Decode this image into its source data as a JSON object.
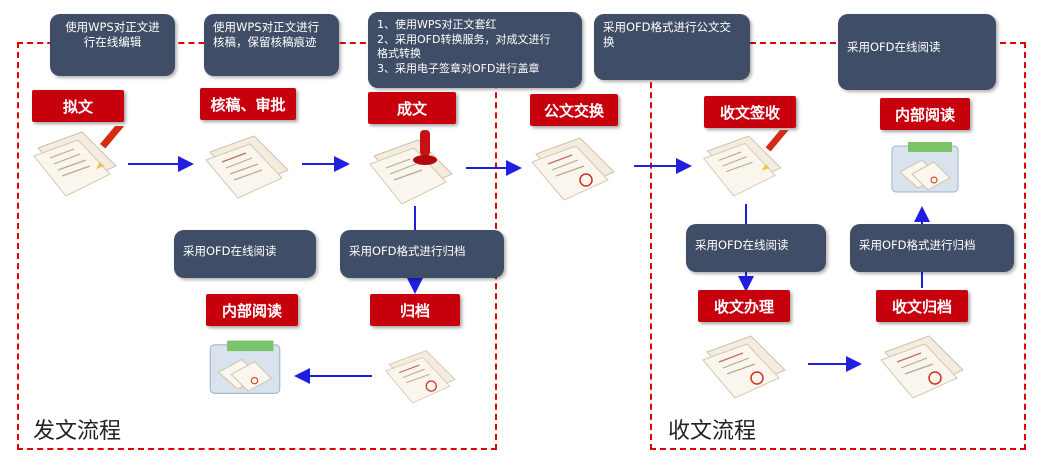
{
  "regions": {
    "send_label": "发文流程",
    "receive_label": "收文流程"
  },
  "steps": {
    "draft": "拟文",
    "review": "核稿、审批",
    "finalize": "成文",
    "exchange": "公文交换",
    "receive_sign": "收文签收",
    "internal_read_top": "内部阅读",
    "internal_read_send": "内部阅读",
    "archive_send": "归档",
    "receive_process": "收文办理",
    "receive_archive": "收文归档"
  },
  "callouts": {
    "draft": [
      "使用WPS对正文进",
      "行在线编辑"
    ],
    "review": [
      "使用WPS对正文进行",
      "核稿，保留核稿痕迹"
    ],
    "finalize": [
      "1、使用WPS对正文套红",
      "2、采用OFD转换服务，对成文进行",
      "格式转换",
      "3、采用电子签章对OFD进行盖章"
    ],
    "exchange": [
      "采用OFD格式进行公文交",
      "换"
    ],
    "read_top": [
      "采用OFD在线阅读"
    ],
    "read_send": [
      "采用OFD在线阅读"
    ],
    "archive_send": [
      "采用OFD格式进行归档"
    ],
    "read_receive": [
      "采用OFD在线阅读"
    ],
    "archive_receive": [
      "采用OFD格式进行归档"
    ]
  },
  "icons": {
    "draft": "document-pen-icon",
    "review": "document-stack-icon",
    "finalize": "document-stamp-icon",
    "exchange": "document-seal-icon",
    "receive_sign": "document-pen-icon",
    "internal_read_top": "folder-documents-icon",
    "internal_read_send": "folder-documents-icon",
    "archive_send": "document-seal-icon",
    "receive_process": "document-seal-icon",
    "receive_archive": "document-seal-icon"
  },
  "colors": {
    "step_bg": "#c8000e",
    "callout_bg": "#3f4e66",
    "arrow": "#1f1fe0",
    "region_border": "#e00000"
  }
}
